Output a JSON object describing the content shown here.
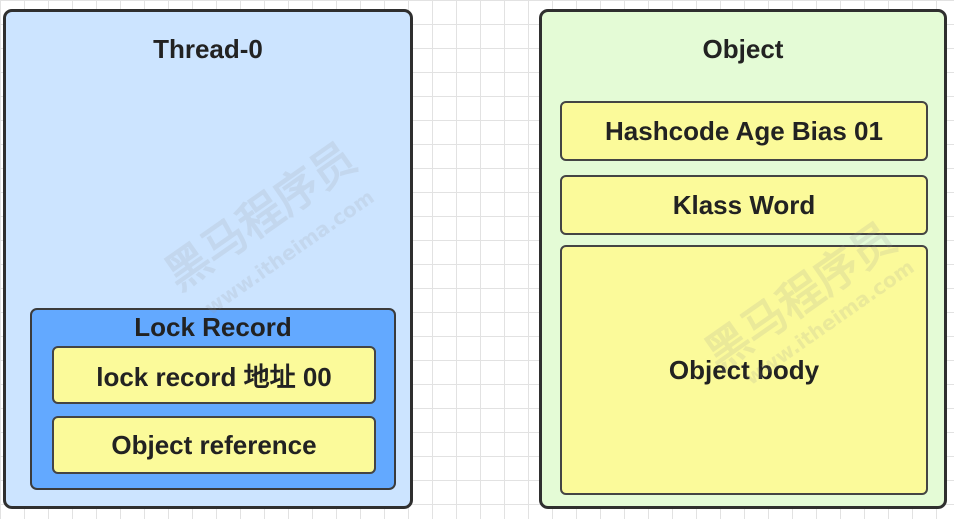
{
  "thread": {
    "title": "Thread-0",
    "lock_record": {
      "title": "Lock Record",
      "fields": [
        "lock record 地址 00",
        "Object reference"
      ]
    }
  },
  "object": {
    "title": "Object",
    "fields": [
      "Hashcode Age Bias 01",
      "Klass Word",
      "Object body"
    ]
  },
  "watermark": {
    "brand": "黑马程序员",
    "site": "www.itheima.com"
  },
  "colors": {
    "thread_bg": "#cce4ff",
    "object_bg": "#e4fbd6",
    "lock_record_bg": "#63a9ff",
    "field_bg": "#fbfa9a"
  }
}
